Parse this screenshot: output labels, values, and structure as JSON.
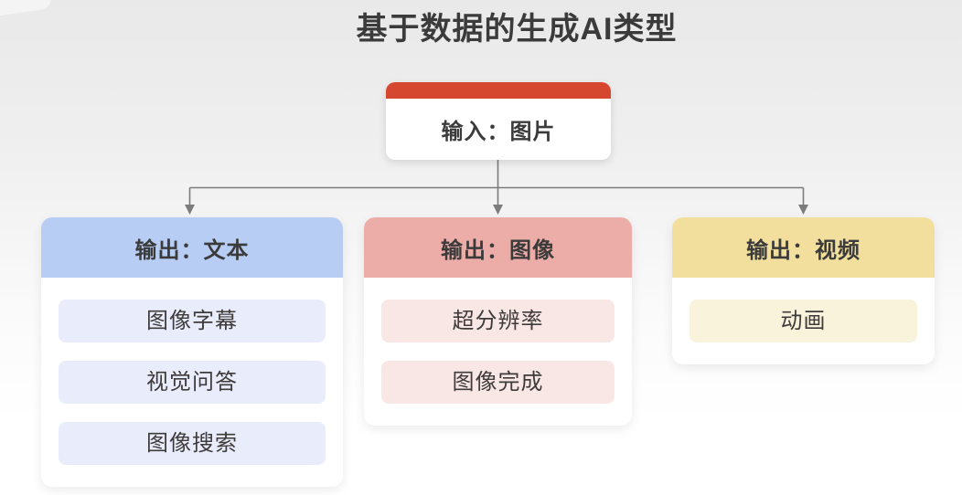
{
  "title": "基于数据的生成AI类型",
  "colors": {
    "input_header": "#d6472f",
    "connector": "#7c7c7c",
    "text": "#3b3b3b"
  },
  "input_node": {
    "label": "输入：图片"
  },
  "output_nodes": [
    {
      "label": "输出：文本",
      "header_color": "#b7cdf3",
      "item_color": "#e8ecfb",
      "items": [
        "图像字幕",
        "视觉问答",
        "图像搜索"
      ]
    },
    {
      "label": "输出：图像",
      "header_color": "#ecaca7",
      "item_color": "#f8e7e5",
      "items": [
        "超分辨率",
        "图像完成"
      ]
    },
    {
      "label": "输出：视频",
      "header_color": "#f3df9d",
      "item_color": "#f9f3dc",
      "items": [
        "动画"
      ]
    }
  ]
}
